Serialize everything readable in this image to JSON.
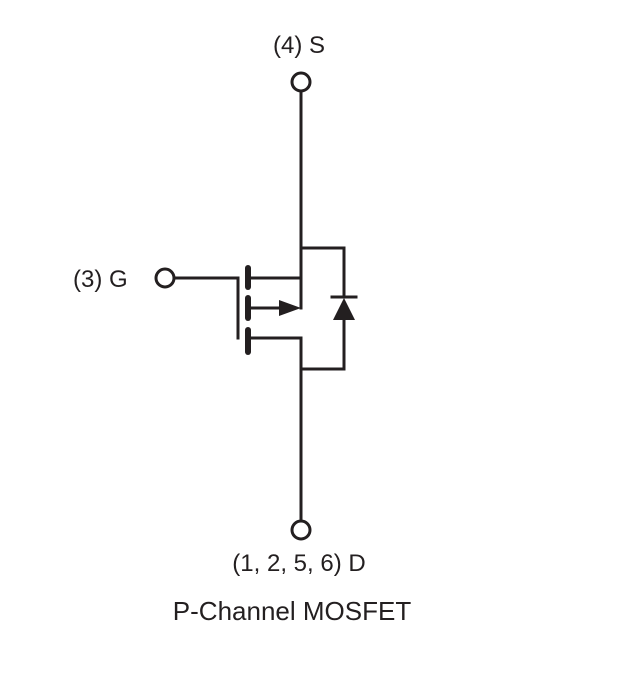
{
  "pins": {
    "source": "(4) S",
    "gate": "(3) G",
    "drain": "(1, 2, 5, 6) D"
  },
  "caption": "P-Channel MOSFET",
  "colors": {
    "ink": "#231f20",
    "background": "#ffffff"
  }
}
